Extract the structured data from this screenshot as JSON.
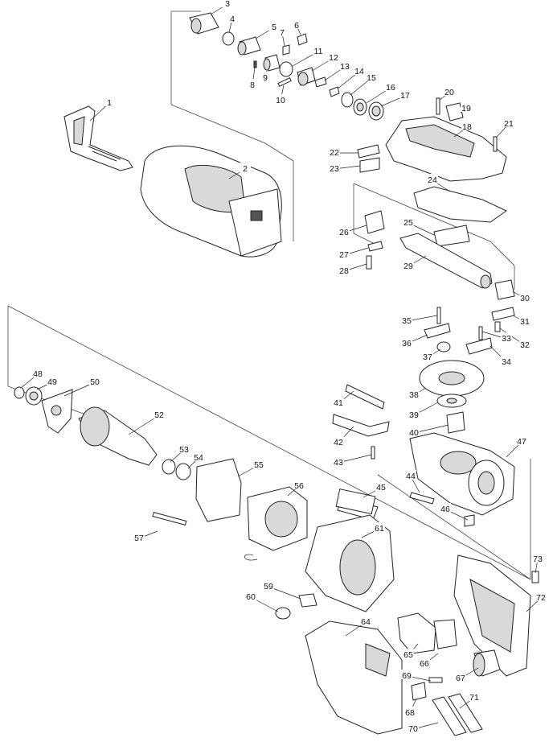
{
  "diagram": {
    "callouts": [
      {
        "id": "c1",
        "label": "1"
      },
      {
        "id": "c2",
        "label": "2"
      },
      {
        "id": "c3",
        "label": "3"
      },
      {
        "id": "c4",
        "label": "4"
      },
      {
        "id": "c5",
        "label": "5"
      },
      {
        "id": "c6",
        "label": "6"
      },
      {
        "id": "c7",
        "label": "7"
      },
      {
        "id": "c8",
        "label": "8"
      },
      {
        "id": "c9",
        "label": "9"
      },
      {
        "id": "c10",
        "label": "10"
      },
      {
        "id": "c11",
        "label": "11"
      },
      {
        "id": "c12",
        "label": "12"
      },
      {
        "id": "c13",
        "label": "13"
      },
      {
        "id": "c14",
        "label": "14"
      },
      {
        "id": "c15",
        "label": "15"
      },
      {
        "id": "c16",
        "label": "16"
      },
      {
        "id": "c17",
        "label": "17"
      },
      {
        "id": "c18",
        "label": "18"
      },
      {
        "id": "c19",
        "label": "19"
      },
      {
        "id": "c20",
        "label": "20"
      },
      {
        "id": "c21",
        "label": "21"
      },
      {
        "id": "c22",
        "label": "22"
      },
      {
        "id": "c23",
        "label": "23"
      },
      {
        "id": "c24",
        "label": "24"
      },
      {
        "id": "c25",
        "label": "25"
      },
      {
        "id": "c26",
        "label": "26"
      },
      {
        "id": "c27",
        "label": "27"
      },
      {
        "id": "c28",
        "label": "28"
      },
      {
        "id": "c29",
        "label": "29"
      },
      {
        "id": "c30",
        "label": "30"
      },
      {
        "id": "c31",
        "label": "31"
      },
      {
        "id": "c32",
        "label": "32"
      },
      {
        "id": "c33",
        "label": "33"
      },
      {
        "id": "c34",
        "label": "34"
      },
      {
        "id": "c35",
        "label": "35"
      },
      {
        "id": "c36",
        "label": "36"
      },
      {
        "id": "c37",
        "label": "37"
      },
      {
        "id": "c38",
        "label": "38"
      },
      {
        "id": "c39",
        "label": "39"
      },
      {
        "id": "c40",
        "label": "40"
      },
      {
        "id": "c41",
        "label": "41"
      },
      {
        "id": "c42",
        "label": "42"
      },
      {
        "id": "c43",
        "label": "43"
      },
      {
        "id": "c44",
        "label": "44"
      },
      {
        "id": "c45",
        "label": "45"
      },
      {
        "id": "c46",
        "label": "46"
      },
      {
        "id": "c47",
        "label": "47"
      },
      {
        "id": "c48",
        "label": "48"
      },
      {
        "id": "c49",
        "label": "49"
      },
      {
        "id": "c50",
        "label": "50"
      },
      {
        "id": "c52",
        "label": "52"
      },
      {
        "id": "c53",
        "label": "53"
      },
      {
        "id": "c54",
        "label": "54"
      },
      {
        "id": "c55",
        "label": "55"
      },
      {
        "id": "c56",
        "label": "56"
      },
      {
        "id": "c57",
        "label": "57"
      },
      {
        "id": "c59",
        "label": "59"
      },
      {
        "id": "c60",
        "label": "60"
      },
      {
        "id": "c61",
        "label": "61"
      },
      {
        "id": "c64",
        "label": "64"
      },
      {
        "id": "c65",
        "label": "65"
      },
      {
        "id": "c66",
        "label": "66"
      },
      {
        "id": "c67",
        "label": "67"
      },
      {
        "id": "c68",
        "label": "68"
      },
      {
        "id": "c69",
        "label": "69"
      },
      {
        "id": "c70",
        "label": "70"
      },
      {
        "id": "c71",
        "label": "71"
      },
      {
        "id": "c72",
        "label": "72"
      },
      {
        "id": "c73",
        "label": "73"
      }
    ]
  }
}
